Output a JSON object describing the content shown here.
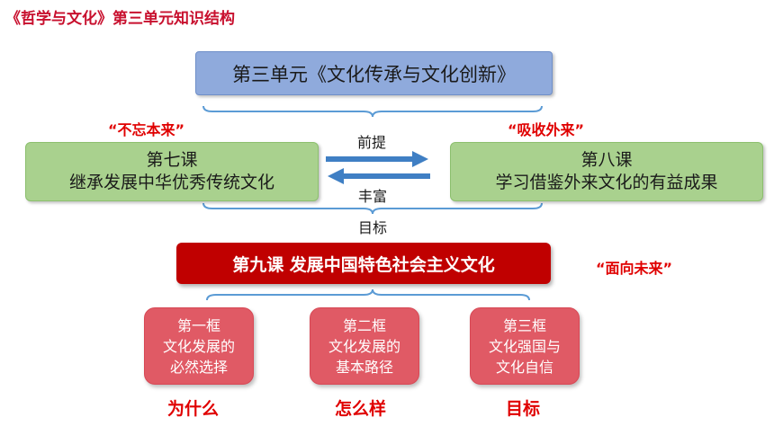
{
  "header": {
    "title": "《哲学与文化》第三单元知识结构"
  },
  "unit": {
    "title": "第三单元《文化传承与文化创新》"
  },
  "lesson7": {
    "quote": "“不忘本来”",
    "line1": "第七课",
    "line2": "继承发展中华优秀传统文化"
  },
  "lesson8": {
    "quote": "“吸收外来”",
    "line1": "第八课",
    "line2": "学习借鉴外来文化的有益成果"
  },
  "relation": {
    "top_label": "前提",
    "bottom_label": "丰富",
    "goal_label": "目标"
  },
  "lesson9": {
    "title": "第九课 发展中国特色社会主义文化",
    "quote": "“面向未来”"
  },
  "frames": [
    {
      "lines": [
        "第一框",
        "文化发展的",
        "必然选择"
      ],
      "tag": "为什么"
    },
    {
      "lines": [
        "第二框",
        "文化发展的",
        "基本路径"
      ],
      "tag": "怎么样"
    },
    {
      "lines": [
        "第三框",
        "文化强国与",
        "文化自信"
      ],
      "tag": "目标"
    }
  ],
  "colors": {
    "title_red": "#c8102e",
    "unit_blue": "#8faadc",
    "lesson_green": "#a9d18e",
    "lesson9_red": "#c00000",
    "frame_pink": "#e05a65",
    "arrow_blue": "#3f7fc4",
    "bracket_blue": "#5b9bd5"
  }
}
